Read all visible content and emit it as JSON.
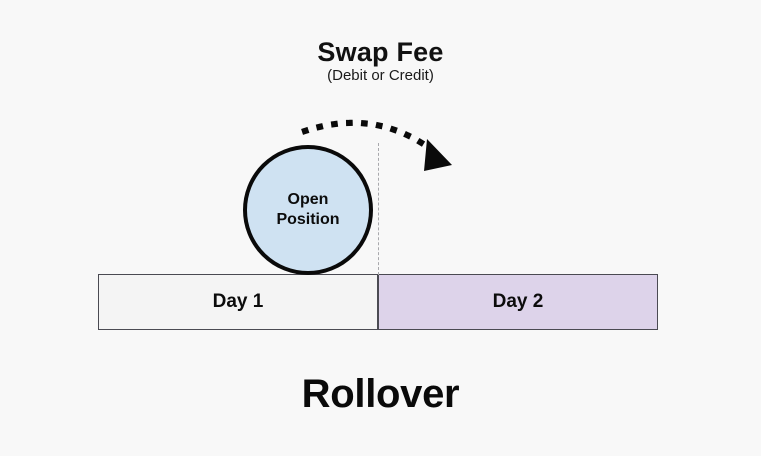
{
  "diagram": {
    "background_color": "#f8f8f8",
    "heading": {
      "title": "Swap Fee",
      "subtitle": "(Debit or Credit)"
    },
    "caption": "Rollover",
    "circle": {
      "line1": "Open",
      "line2": "Position",
      "fill_color": "#cfe2f2",
      "stroke_color": "#0a0a0a"
    },
    "timeline": {
      "segments": [
        {
          "label": "Day 1",
          "fill_color": "#f4f4f4"
        },
        {
          "label": "Day 2",
          "fill_color": "#ddd3ea"
        }
      ],
      "border_color": "#4a4a52"
    },
    "divider": {
      "style": "dashed",
      "color": "#a8a8ac"
    },
    "arrow": {
      "style": "dotted-arc",
      "color": "#0a0a0a",
      "direction": "left-to-right",
      "head": "filled-triangle"
    }
  }
}
